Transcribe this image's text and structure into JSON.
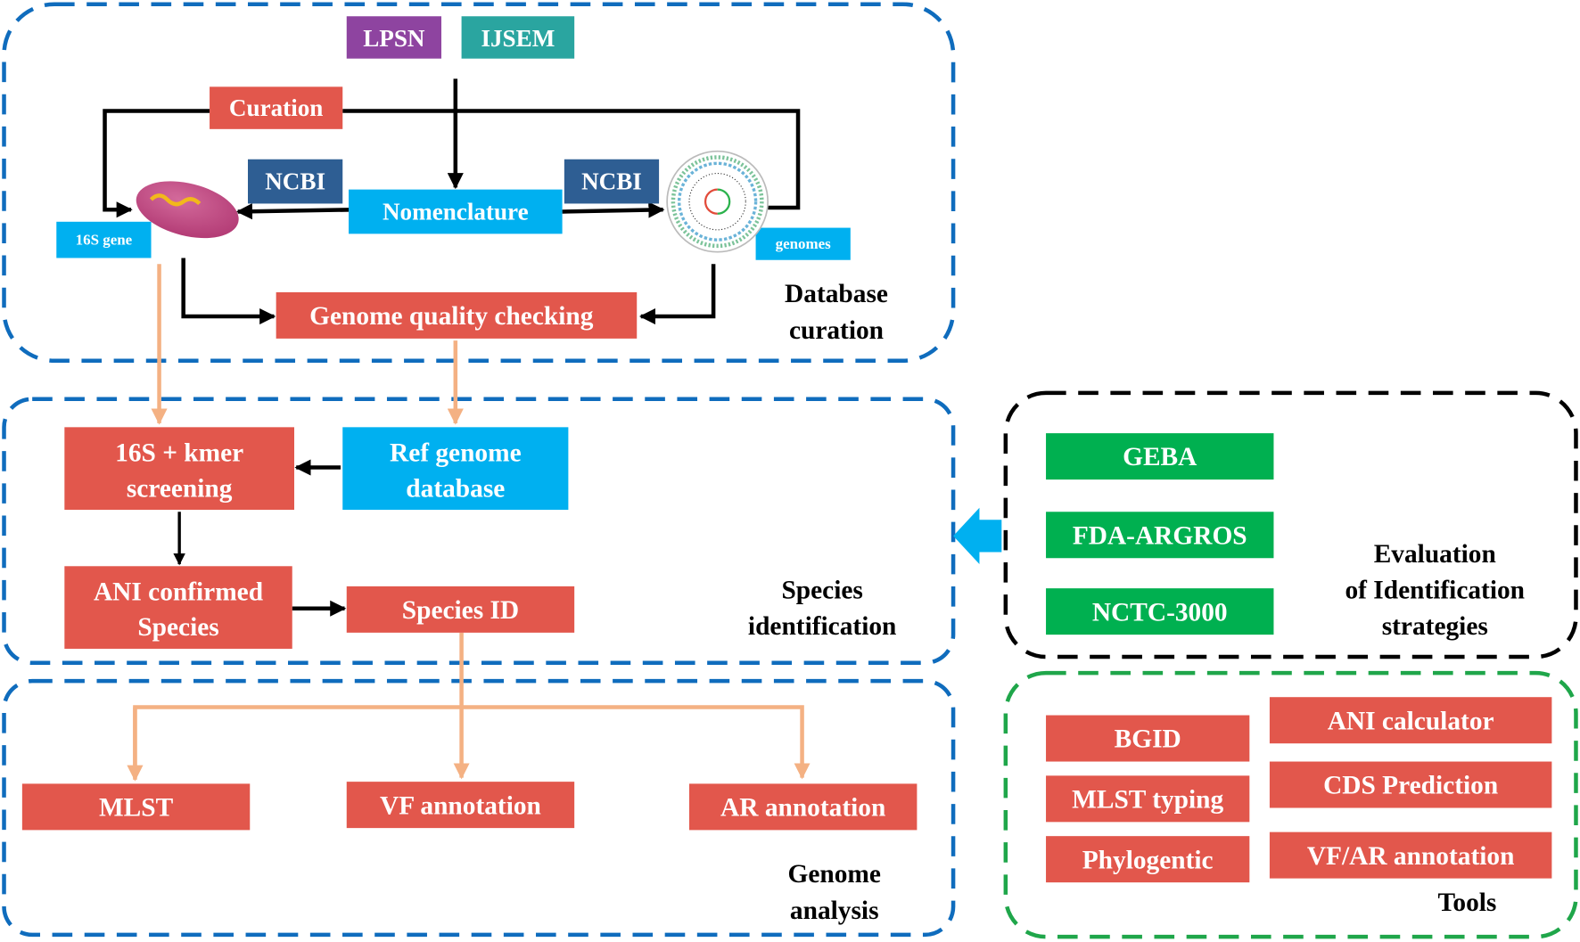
{
  "colors": {
    "red": "#E2574C",
    "blue_light": "#00B0F0",
    "blue_dark": "#2E5E93",
    "purple": "#8E44A0",
    "teal": "#2AA5A0",
    "green": "#00B050",
    "orange_arrow": "#F4B183",
    "section_blue": "#0F6CBD",
    "section_black": "#000000",
    "section_green": "#1FA64A"
  },
  "sections": {
    "database_curation": {
      "caption": [
        "Database",
        "curation"
      ]
    },
    "species_identification": {
      "caption": [
        "Species",
        "identification"
      ]
    },
    "genome_analysis": {
      "caption": [
        "Genome",
        "analysis"
      ]
    },
    "evaluation": {
      "caption": [
        "Evaluation",
        "of Identification",
        "strategies"
      ]
    },
    "tools": {
      "caption": [
        "Tools"
      ]
    }
  },
  "nodes": {
    "lpsn": "LPSN",
    "ijsem": "IJSEM",
    "curation": "Curation",
    "ncbi_left": "NCBI",
    "ncbi_right": "NCBI",
    "nomenclature": "Nomenclature",
    "gene_16s": "16S gene",
    "genomes": "genomes",
    "genome_quality": "Genome quality checking",
    "kmer_screening": [
      "16S + kmer",
      "screening"
    ],
    "ref_genome_db": [
      "Ref genome",
      "database"
    ],
    "ani_confirmed": [
      "ANI confirmed",
      "Species"
    ],
    "species_id": "Species ID",
    "mlst": "MLST",
    "vf_annotation": "VF annotation",
    "ar_annotation": "AR annotation"
  },
  "evaluation_items": [
    "GEBA",
    "FDA-ARGROS",
    "NCTC-3000"
  ],
  "tools_left": [
    "BGID",
    "MLST typing",
    "Phylogentic"
  ],
  "tools_right": [
    "ANI calculator",
    "CDS Prediction",
    "VF/AR annotation"
  ]
}
